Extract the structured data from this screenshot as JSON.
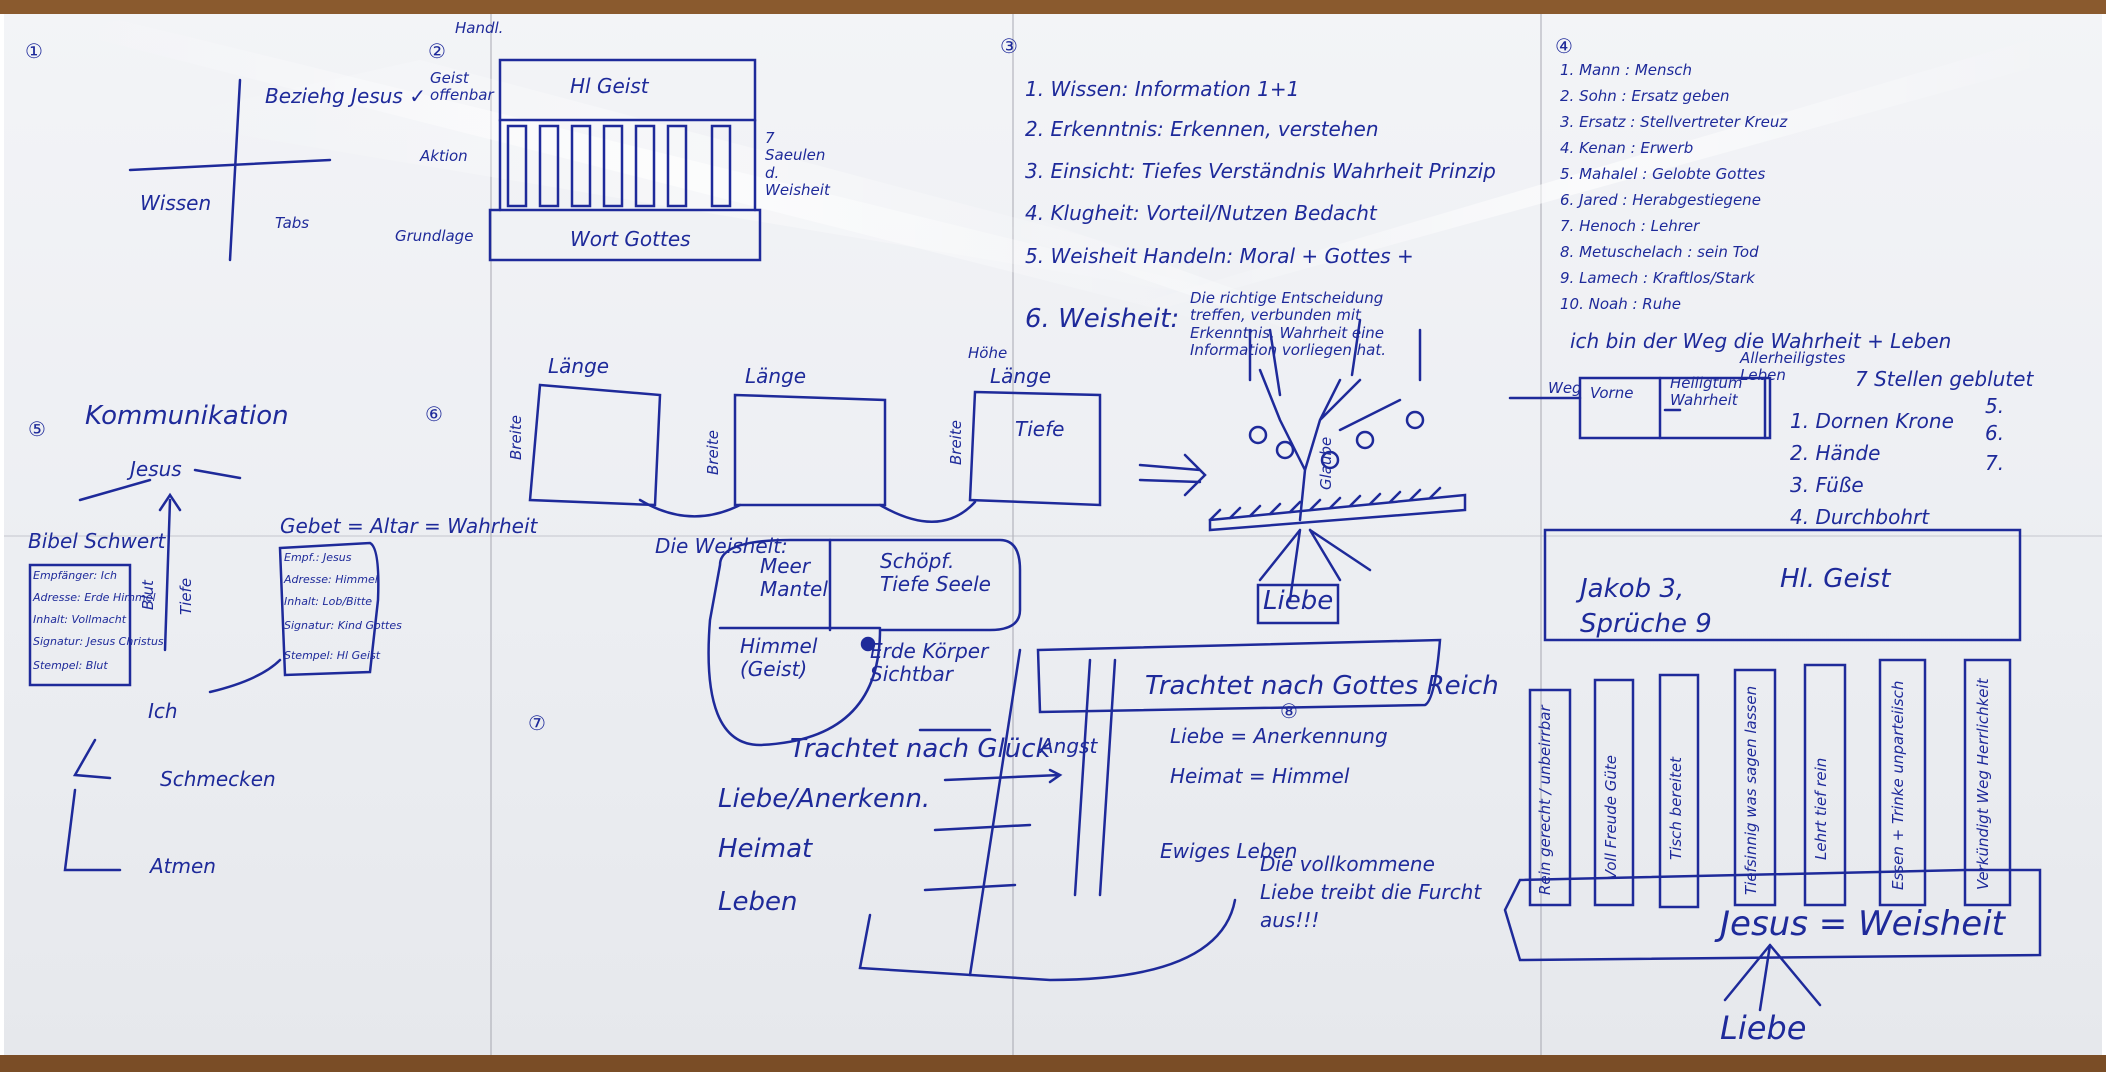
{
  "colors": {
    "ink": "#1e2a9a",
    "board": "#eef0f3",
    "frame": "#8a5a2e"
  },
  "section1": {
    "num": "①",
    "beziehung": "Beziehg Jesus ✓",
    "wissen": "Wissen",
    "tabs": "Tabs"
  },
  "section2": {
    "num": "②",
    "handeln": "Handl.",
    "geist_offenbar": "Geist offenbar",
    "hl_geist": "Hl Geist",
    "aktion": "Aktion",
    "seulen": "7 Saeulen d. Weisheit",
    "wort_gottes": "Wort Gottes",
    "grundlage": "Grundlage"
  },
  "section3": {
    "num": "③",
    "items": [
      "1. Wissen: Information 1+1",
      "2. Erkenntnis: Erkennen, verstehen",
      "3. Einsicht: Tiefes Verständnis Wahrheit Prinzip",
      "4. Klugheit: Vorteil/Nutzen Bedacht",
      "5. Weisheit Handeln: Moral + Gottes +",
      "6. Weisheit:"
    ],
    "weisheit_notes": "Die richtige Entscheidung treffen, verbunden mit Erkenntnis, Wahrheit eine Information vorliegen hat."
  },
  "section4": {
    "num": "④",
    "list": [
      "1. Mann : Mensch",
      "2. Sohn : Ersatz geben",
      "3. Ersatz : Stellvertreter Kreuz",
      "4. Kenan : Erwerb",
      "5. Mahalel : Gelobte Gottes",
      "6. Jared : Herabgestiegene",
      "7. Henoch : Lehrer",
      "8. Metuschelach : sein Tod",
      "9. Lamech : Kraftlos/Stark",
      "10. Noah : Ruhe"
    ],
    "weg": "ich bin der Weg die Wahrheit + Leben",
    "weg_label": "Weg",
    "boxes": [
      "Vorne",
      "Heiligtum Wahrheit",
      "Allerheiligstes Leben"
    ],
    "stellen": "7 Stellen geblutet",
    "stellen_list": [
      "1. Dornen Krone",
      "2. Hände",
      "3. Füße",
      "4. Durchbohrt",
      "5.",
      "6.",
      "7."
    ]
  },
  "section5": {
    "num": "⑤",
    "title": "Kommunikation",
    "jesus": "Jesus",
    "bibel": "Bibel Schwert",
    "gebet": "Gebet = Altar = Wahrheit",
    "bibel_box": [
      "Empfänger: Ich",
      "Adresse: Erde Himmel",
      "Inhalt: Vollmacht",
      "Signatur: Jesus Christus",
      "Stempel: Blut"
    ],
    "gebet_box": [
      "Empf.: Jesus",
      "Adresse: Himmel",
      "Inhalt: Lob/Bitte",
      "Signatur: Kind Gottes",
      "Stempel: Hl Geist"
    ],
    "ich": "Ich",
    "seite1": "Blut",
    "seite2": "Tiefe",
    "schmecken": "Schmecken",
    "atmen": "Atmen"
  },
  "section6": {
    "num": "⑥",
    "laenge": "Länge",
    "breite": "Breite",
    "hoehe": "Höhe",
    "tiefe": "Tiefe",
    "weisheit": "Die Weisheit:",
    "meer": "Meer Mantel",
    "schoepf": "Schöpf. Tiefe Seele",
    "himmel": "Himmel (Geist)",
    "erde": "Erde Körper Sichtbar"
  },
  "section7": {
    "num": "⑦",
    "trachtet_glueck": "Trachtet nach Glück",
    "items": [
      "Liebe/Anerkenn.",
      "Heimat",
      "Leben"
    ],
    "angst": "Angst"
  },
  "section8": {
    "num": "⑧",
    "trachtet_gott": "Trachtet nach Gottes Reich",
    "liebe": "Liebe = Anerkennung",
    "heimat": "Heimat = Himmel",
    "ewig": "Ewiges Leben",
    "vollkommen": "Die vollkommene Liebe treibt die Furcht aus!!!"
  },
  "tree": {
    "liebe": "Liebe",
    "glaube": "Glaube"
  },
  "temple": {
    "jakob": "Jakob 3,",
    "spruch": "Sprüche 9",
    "hl_geist": "Hl. Geist",
    "pillars": [
      "Rein gerecht / unbeirrbar",
      "Voll Freude Güte",
      "Tisch bereitet",
      "Tiefsinnig was sagen lassen",
      "Lehrt tief rein",
      "Essen + Trinke unparteiisch",
      "Verkündigt Weg Herrlichkeit"
    ],
    "jesus_weisheit": "Jesus = Weisheit",
    "liebe": "Liebe"
  }
}
